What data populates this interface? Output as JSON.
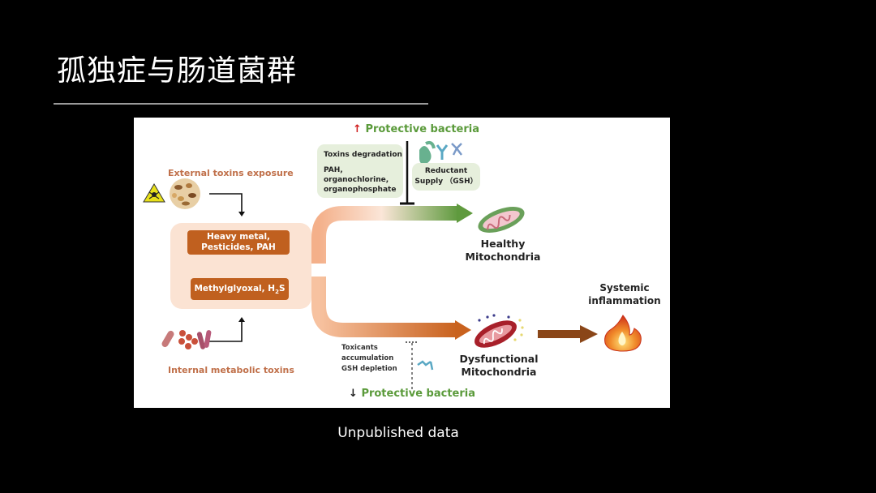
{
  "slide": {
    "title": "孤独症与肠道菌群",
    "caption": "Unpublished data"
  },
  "diagram": {
    "external_toxins_label": "External  toxins exposure",
    "internal_toxins_label": "Internal  metabolic toxins",
    "toxin_box_1": "Heavy metal, Pesticides, PAH",
    "toxin_box_1_line1": "Heavy metal,",
    "toxin_box_1_line2": "Pesticides, PAH",
    "toxin_box_2": "Methylglyoxal, H₂S",
    "toxin_box_2_main": "Methylglyoxal, H",
    "toxin_box_2_sub": "2",
    "toxin_box_2_tail": "S",
    "protective_up": {
      "arrow": "↑",
      "label": "Protective bacteria"
    },
    "protective_down": {
      "arrow": "↓",
      "label": "Protective bacteria"
    },
    "degradation_box": {
      "heading": "Toxins degradation",
      "line1": "PAH,",
      "line2": "organochlorine,",
      "line3": "organophosphate"
    },
    "reductant_box": {
      "line1": "Reductant",
      "line2": "Supply （GSH）"
    },
    "healthy": {
      "line1": "Healthy",
      "line2": "Mitochondria"
    },
    "dysfunctional": {
      "line1": "Dysfunctional",
      "line2": "Mitochondria"
    },
    "inflammation": {
      "line1": "Systemic",
      "line2": "inflammation"
    },
    "depletion_note": {
      "line1": "Toxicants",
      "line2": "accumulation",
      "line3": "GSH depletion"
    },
    "colors": {
      "orange_label": "#c0704a",
      "green_label": "#5a9a3a",
      "brown_box": "#c0601f",
      "peach_panel": "#fbe3d3",
      "green_panel": "#e6efdc",
      "up_arrow_red": "#d02020"
    }
  }
}
